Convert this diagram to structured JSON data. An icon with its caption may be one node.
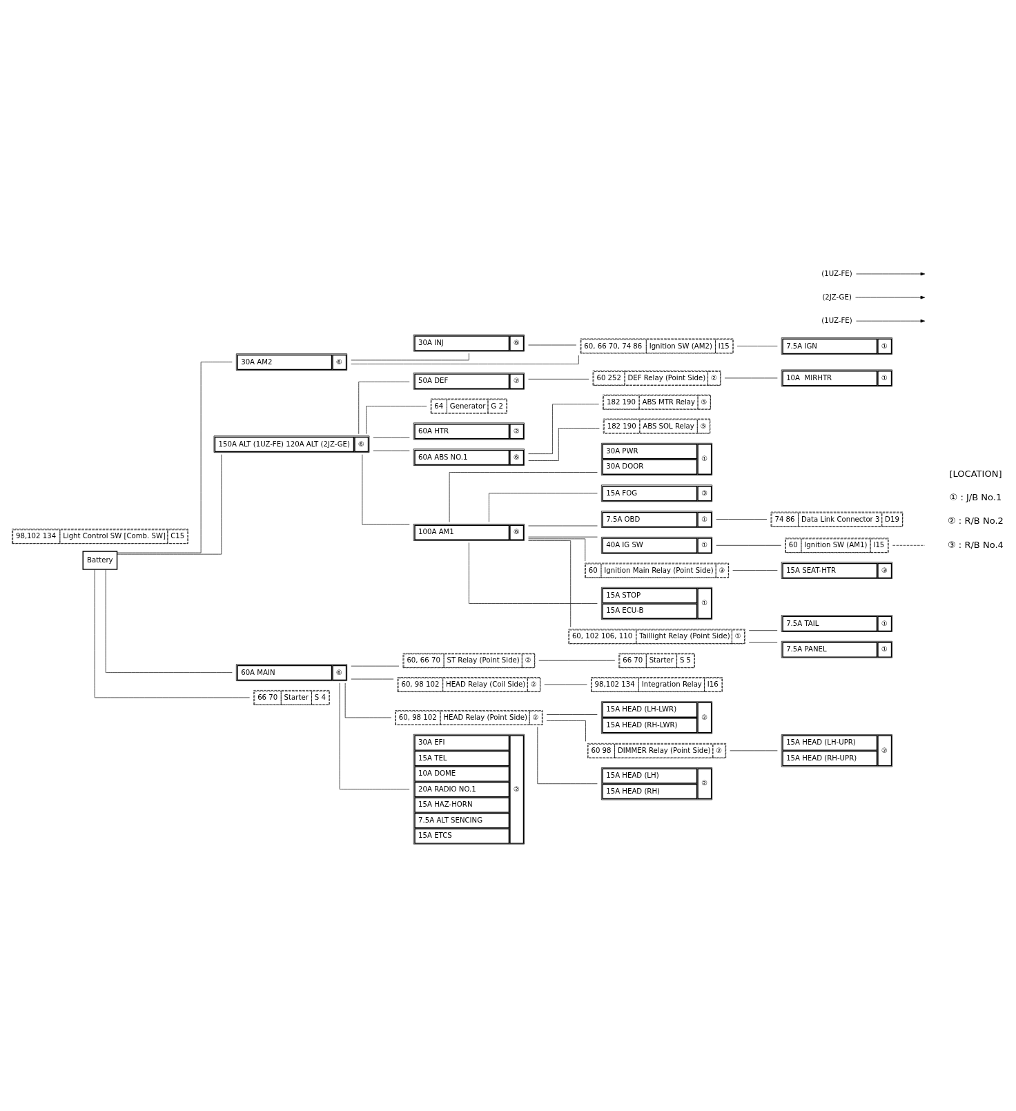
{
  "diagram": {
    "nodes": [
      {
        "text": [
          "Battery"
        ]
      },
      {
        "text": [
          "30A AM2",
          "⑥"
        ]
      },
      {
        "text": [
          "(1UZ-FE)"
        ]
      },
      {
        "text": [
          "(2JZ-GE)"
        ]
      },
      {
        "text": [
          "30A INJ",
          "⑥"
        ]
      },
      {
        "text": [
          "60, 66 70, 74 86",
          "Ignition SW (AM2)",
          "I15"
        ]
      },
      {
        "text": [
          "(1UZ-FE)"
        ]
      },
      {
        "text": [
          "7.5A IGN",
          "①"
        ]
      },
      {
        "text": [
          "150A ALT (1UZ-FE) 120A ALT (2JZ-GE)",
          "⑥"
        ]
      },
      {
        "text": [
          "50A DEF",
          "②"
        ]
      },
      {
        "text": [
          "60 252",
          "DEF Relay (Point Side)",
          "②"
        ]
      },
      {
        "text": [
          "10A  MIRHTR",
          "①"
        ]
      },
      {
        "text": [
          "64",
          "Generator",
          "G 2"
        ]
      },
      {
        "text": [
          "60A HTR",
          "②"
        ]
      },
      {
        "text": [
          "60A ABS NO.1",
          "⑥"
        ]
      },
      {
        "text": [
          "182 190",
          "ABS MTR Relay",
          "⑤"
        ]
      },
      {
        "text": [
          "182 190",
          "ABS SOL Relay",
          "⑤"
        ]
      },
      {
        "text": [
          "100A AM1",
          "⑥"
        ]
      },
      {
        "text": [
          "30A PWR",
          "30A DOOR",
          "①"
        ]
      },
      {
        "text": [
          "15A FOG",
          "③"
        ]
      },
      {
        "text": [
          "7.5A OBD",
          "①"
        ]
      },
      {
        "text": [
          "74 86",
          "Data Link Connector 3",
          "D19"
        ]
      },
      {
        "text": [
          "40A IG SW",
          "①"
        ]
      },
      {
        "text": [
          "60",
          "Ignition SW (AM1)",
          "I15"
        ]
      },
      {
        "text": [
          "60",
          "Ignition Main Relay (Point Side)",
          "③"
        ]
      },
      {
        "text": [
          "15A SEAT-HTR",
          "③"
        ]
      },
      {
        "text": [
          "15A STOP",
          "15A ECU-B",
          "①"
        ]
      },
      {
        "text": [
          "60, 102 106, 110",
          "Taillight Relay (Point Side)",
          "①"
        ]
      },
      {
        "text": [
          "7.5A TAIL",
          "①"
        ]
      },
      {
        "text": [
          "7.5A PANEL",
          "①"
        ]
      },
      {
        "text": [
          "60A MAIN",
          "⑥"
        ]
      },
      {
        "text": [
          "66 70",
          "Starter",
          "S 4"
        ]
      },
      {
        "text": [
          "60, 66 70",
          "ST Relay (Point Side)",
          "②"
        ]
      },
      {
        "text": [
          "66 70",
          "Starter",
          "S 5"
        ]
      },
      {
        "text": [
          "60, 98 102",
          "HEAD Relay (Coil Side)",
          "②"
        ]
      },
      {
        "text": [
          "98,102 134",
          "Integration Relay",
          "I16"
        ]
      },
      {
        "text": [
          "98,102 134",
          "Light Control SW [Comb. SW]",
          "C15"
        ]
      },
      {
        "text": [
          "60, 98 102",
          "HEAD Relay (Point Side)",
          "②"
        ]
      },
      {
        "text": [
          "15A HEAD (LH-LWR)",
          "15A HEAD (RH-LWR)",
          "②"
        ]
      },
      {
        "text": [
          "30A EFI",
          "15A TEL",
          "10A DOME",
          "20A RADIO NO.1",
          "15A HAZ-HORN",
          "7.5A ALT SENCING",
          "15A ETCS",
          "②"
        ]
      },
      {
        "text": [
          "60 98",
          "DIMMER Relay (Point Side)",
          "②"
        ]
      },
      {
        "text": [
          "15A HEAD (LH-UPR)",
          "15A HEAD (RH-UPR)",
          "②"
        ]
      },
      {
        "text": [
          "15A HEAD (LH)",
          "15A HEAD (RH)",
          "②"
        ]
      }
    ],
    "edges": [
      {
        "from": 0,
        "to": 1,
        "arrow": "none"
      },
      {
        "from": 0,
        "to": 8,
        "arrow": "none"
      },
      {
        "from": 0,
        "to": 30,
        "arrow": "none"
      },
      {
        "from": 0,
        "to": 31,
        "arrow": "none"
      },
      {
        "from": 1,
        "to": 4,
        "arrow": "none"
      },
      {
        "from": 1,
        "to": 5,
        "arrow": "none"
      },
      {
        "from": 4,
        "to": 5,
        "arrow": "none"
      },
      {
        "from": 2,
        "to": null,
        "arrow": "to"
      },
      {
        "from": 3,
        "to": null,
        "arrow": "to"
      },
      {
        "from": 5,
        "to": 7,
        "arrow": "none"
      },
      {
        "from": 6,
        "to": null,
        "arrow": "to"
      },
      {
        "from": 8,
        "to": 9,
        "arrow": "none"
      },
      {
        "from": 8,
        "to": 12,
        "arrow": "none"
      },
      {
        "from": 8,
        "to": 13,
        "arrow": "none"
      },
      {
        "from": 8,
        "to": 14,
        "arrow": "none"
      },
      {
        "from": 8,
        "to": 17,
        "arrow": "none"
      },
      {
        "from": 9,
        "to": 10,
        "arrow": "none"
      },
      {
        "from": 10,
        "to": 11,
        "arrow": "none"
      },
      {
        "from": 14,
        "to": 15,
        "arrow": "none"
      },
      {
        "from": 14,
        "to": 16,
        "arrow": "none"
      },
      {
        "from": 17,
        "to": 18,
        "arrow": "none"
      },
      {
        "from": 17,
        "to": 19,
        "arrow": "none"
      },
      {
        "from": 17,
        "to": 20,
        "arrow": "none"
      },
      {
        "from": 17,
        "to": 22,
        "arrow": "none"
      },
      {
        "from": 17,
        "to": 24,
        "arrow": "none"
      },
      {
        "from": 17,
        "to": 26,
        "arrow": "none"
      },
      {
        "from": 17,
        "to": 27,
        "arrow": "none"
      },
      {
        "from": 20,
        "to": 21,
        "arrow": "none"
      },
      {
        "from": 22,
        "to": 23,
        "arrow": "none"
      },
      {
        "from": 23,
        "to": null,
        "arrow": "none",
        "style": "dashed"
      },
      {
        "from": 24,
        "to": 25,
        "arrow": "none"
      },
      {
        "from": 27,
        "to": 28,
        "arrow": "none"
      },
      {
        "from": 27,
        "to": 29,
        "arrow": "none"
      },
      {
        "from": 30,
        "to": 32,
        "arrow": "none"
      },
      {
        "from": 30,
        "to": 34,
        "arrow": "none"
      },
      {
        "from": 30,
        "to": 37,
        "arrow": "none"
      },
      {
        "from": 30,
        "to": 39,
        "arrow": "none"
      },
      {
        "from": 32,
        "to": 33,
        "arrow": "none"
      },
      {
        "from": 34,
        "to": 35,
        "arrow": "none"
      },
      {
        "from": 37,
        "to": 38,
        "arrow": "none"
      },
      {
        "from": 37,
        "to": 40,
        "arrow": "none"
      },
      {
        "from": 37,
        "to": 42,
        "arrow": "none"
      },
      {
        "from": 40,
        "to": 41,
        "arrow": "none"
      }
    ],
    "labels": [
      "[LOCATION]",
      "① : J/B No.1",
      "② : R/B No.2",
      "③ : R/B No.4"
    ]
  }
}
